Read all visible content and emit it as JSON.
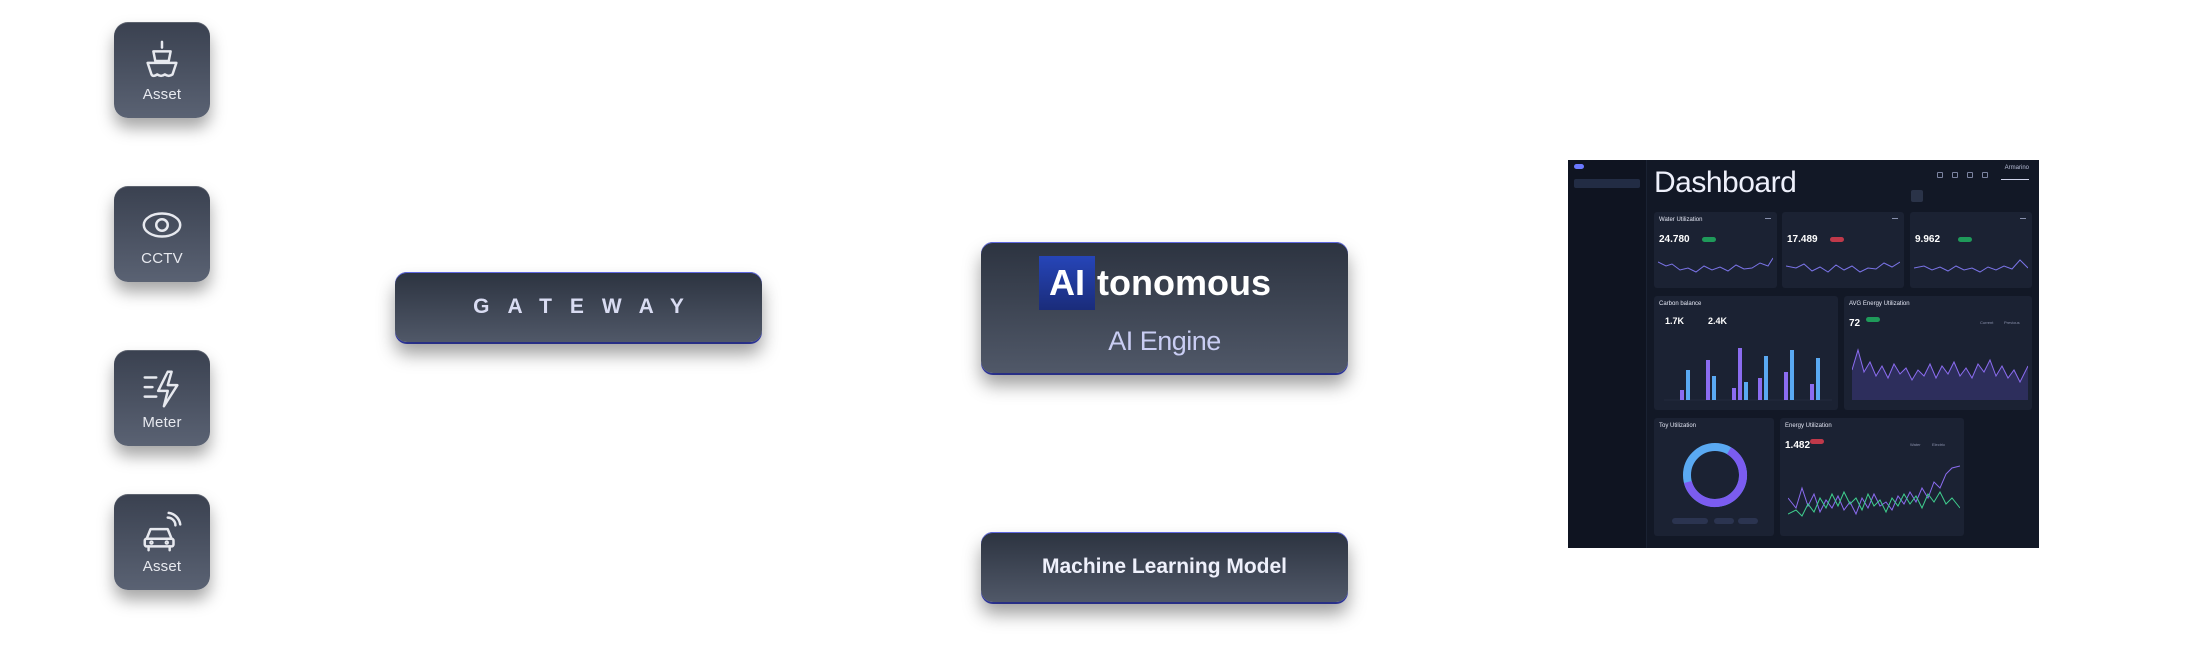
{
  "tiles": [
    {
      "label": "Asset",
      "icon": "ship-icon"
    },
    {
      "label": "CCTV",
      "icon": "eye-icon"
    },
    {
      "label": "Meter",
      "icon": "lightning-icon"
    },
    {
      "label": "Asset",
      "icon": "car-signal-icon"
    }
  ],
  "gateway": {
    "label": "GATEWAY"
  },
  "engine": {
    "badge": "AI",
    "title_rest": "tonomous",
    "subtitle": "AI Engine"
  },
  "ml_model": {
    "label": "Machine Learning Model"
  },
  "dashboard": {
    "title": "Dashboard",
    "user": "Armarino",
    "cards": {
      "water": {
        "title": "Water Utilization",
        "value": "24.780"
      },
      "card2": {
        "value": "17.489"
      },
      "card3": {
        "value": "9.962"
      },
      "carbon": {
        "title": "Carbon balance",
        "value_a": "1.7K",
        "value_b": "2.4K"
      },
      "avg": {
        "title": "AVG Energy Utilization",
        "value": "72",
        "legend_a": "Current",
        "legend_b": "Previous"
      },
      "toy": {
        "title": "Toy Utilization"
      },
      "energy": {
        "title": "Energy Utilization",
        "value": "1.482",
        "legend_a": "Water",
        "legend_b": "Electric"
      }
    }
  },
  "colors": {
    "accent": "#3d47c9",
    "bar_purple": "#8b6cf0",
    "bar_blue": "#5aa9f2",
    "up": "#1f9a5a",
    "down": "#c0394a"
  }
}
